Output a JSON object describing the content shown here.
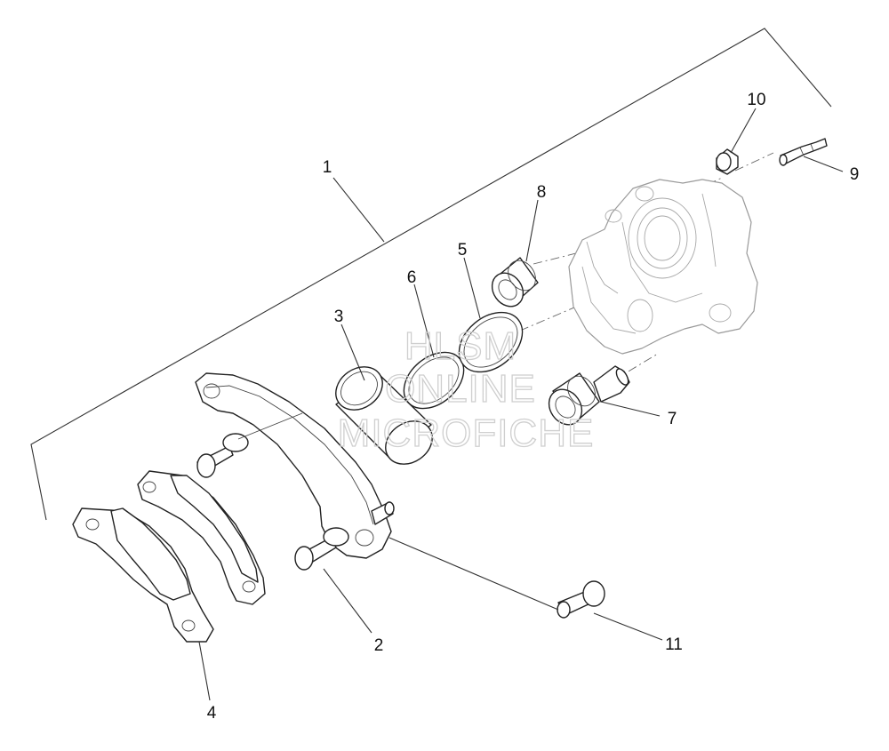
{
  "watermark": {
    "line1": "HLSM",
    "line2": "ONLINE",
    "line3": "MICROFICHE"
  },
  "callouts": [
    {
      "id": "1",
      "text": "1"
    },
    {
      "id": "2",
      "text": "2"
    },
    {
      "id": "3",
      "text": "3"
    },
    {
      "id": "4",
      "text": "4"
    },
    {
      "id": "5",
      "text": "5"
    },
    {
      "id": "6",
      "text": "6"
    },
    {
      "id": "7",
      "text": "7"
    },
    {
      "id": "8",
      "text": "8"
    },
    {
      "id": "9",
      "text": "9"
    },
    {
      "id": "10",
      "text": "10"
    },
    {
      "id": "11",
      "text": "11"
    }
  ]
}
